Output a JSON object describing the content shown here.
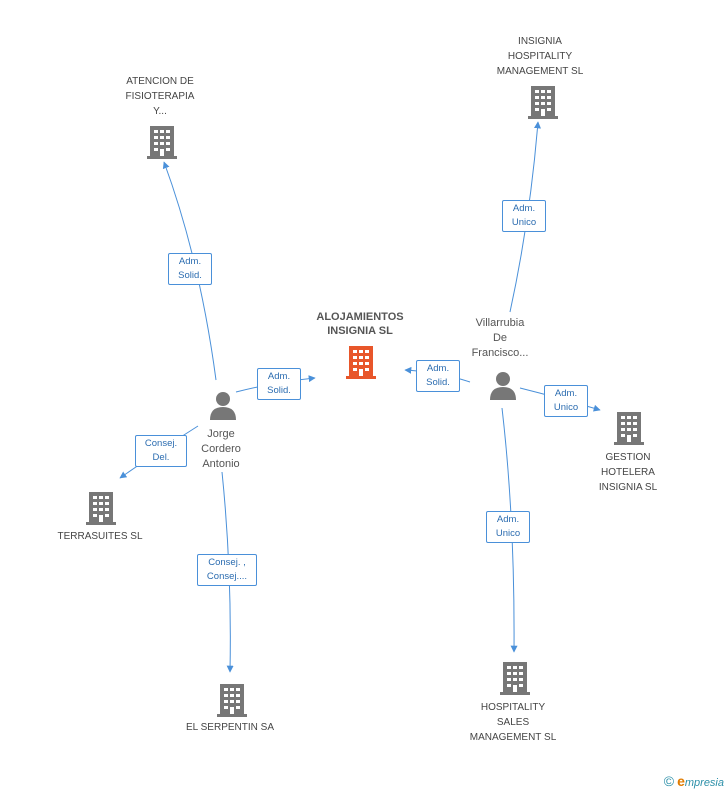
{
  "colors": {
    "edge": "#4a90d9",
    "building": "#777777",
    "building_main": "#e8562a",
    "person": "#777777"
  },
  "nodes": {
    "main": {
      "label": "ALOJAMIENTOS INSIGNIA SL",
      "line1": "ALOJAMIENTOS",
      "line2": "INSIGNIA SL"
    },
    "atencion": {
      "line1": "ATENCION DE",
      "line2": "FISIOTERAPIA",
      "line3": "Y..."
    },
    "insignia_hosp": {
      "line1": "INSIGNIA",
      "line2": "HOSPITALITY",
      "line3": "MANAGEMENT SL"
    },
    "gestion": {
      "line1": "GESTION",
      "line2": "HOTELERA",
      "line3": "INSIGNIA SL"
    },
    "terrasuites": {
      "line1": "TERRASUITES SL"
    },
    "serpentin": {
      "line1": "EL SERPENTIN SA"
    },
    "hosp_sales": {
      "line1": "HOSPITALITY",
      "line2": "SALES",
      "line3": "MANAGEMENT SL"
    }
  },
  "persons": {
    "jorge": {
      "line1": "Jorge",
      "line2": "Cordero",
      "line3": "Antonio"
    },
    "villarrubia": {
      "line1": "Villarrubia",
      "line2": "De",
      "line3": "Francisco..."
    }
  },
  "edges": {
    "jorge_atencion": {
      "line1": "Adm.",
      "line2": "Solid."
    },
    "jorge_main": {
      "line1": "Adm.",
      "line2": "Solid."
    },
    "jorge_terrasuites": {
      "line1": "Consej.",
      "line2": "Del."
    },
    "jorge_serpentin": {
      "line1": "Consej. ,",
      "line2": "Consej...."
    },
    "vill_main": {
      "line1": "Adm.",
      "line2": "Solid."
    },
    "vill_insignia": {
      "line1": "Adm.",
      "line2": "Unico"
    },
    "vill_gestion": {
      "line1": "Adm.",
      "line2": "Unico"
    },
    "vill_sales": {
      "line1": "Adm.",
      "line2": "Unico"
    }
  },
  "brand": {
    "copyright": "©",
    "e": "e",
    "rest": "mpresia"
  }
}
